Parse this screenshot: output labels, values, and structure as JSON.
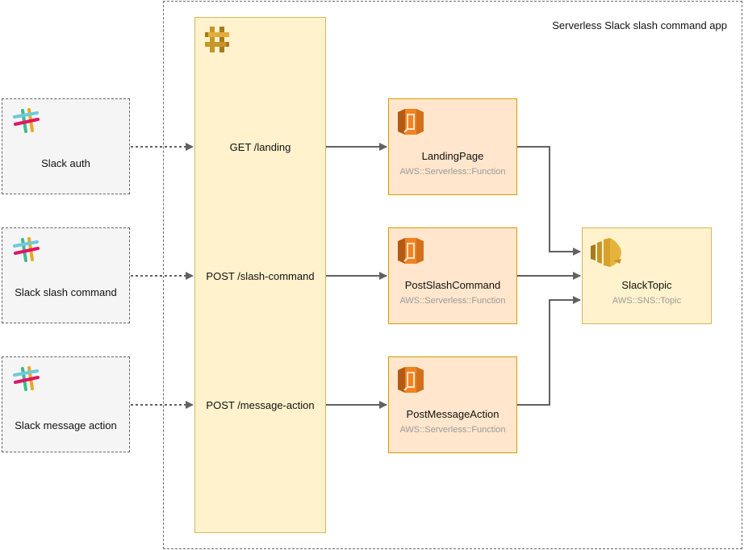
{
  "group": {
    "title": "Serverless Slack slash command app"
  },
  "api": {
    "icon": "api-gateway-icon",
    "routes": [
      "GET /landing",
      "POST /slash-command",
      "POST /message-action"
    ]
  },
  "clients": [
    {
      "label": "Slack auth",
      "icon": "slack-icon"
    },
    {
      "label": "Slack slash command",
      "icon": "slack-icon"
    },
    {
      "label": "Slack message action",
      "icon": "slack-icon"
    }
  ],
  "functions": [
    {
      "name": "LandingPage",
      "type": "AWS::Serverless::Function",
      "icon": "lambda-icon"
    },
    {
      "name": "PostSlashCommand",
      "type": "AWS::Serverless::Function",
      "icon": "lambda-icon"
    },
    {
      "name": "PostMessageAction",
      "type": "AWS::Serverless::Function",
      "icon": "lambda-icon"
    }
  ],
  "topic": {
    "name": "SlackTopic",
    "type": "AWS::SNS::Topic",
    "icon": "sns-icon"
  },
  "colors": {
    "api_fill": "#fff2cc",
    "api_stroke": "#d6b656",
    "function_fill": "#ffe6cc",
    "function_stroke": "#d79b00",
    "client_fill": "#f5f5f5",
    "edge": "#616161",
    "lambda_orange": "#f08322",
    "api_gold": "#c8952a",
    "sns_gold": "#d7a22b"
  }
}
